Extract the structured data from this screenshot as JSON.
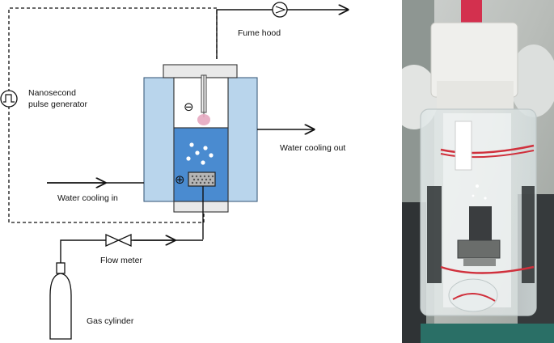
{
  "labels": {
    "pulse_generator": "Nanosecond\npulse generator",
    "fume_hood": "Fume hood",
    "water_cooling_out": "Water cooling out",
    "water_cooling_in": "Water cooling in",
    "flow_meter": "Flow meter",
    "gas_cylinder": "Gas cylinder"
  },
  "symbols": {
    "cathode": "⊖",
    "anode": "⊕"
  },
  "colors": {
    "cooling_jacket": "#b9d5ec",
    "water": "#4a8bd0",
    "plasma": "#e6a9c0",
    "cap": "#e9e9e9"
  },
  "photo": {
    "description_icon": "reactor-photo"
  }
}
